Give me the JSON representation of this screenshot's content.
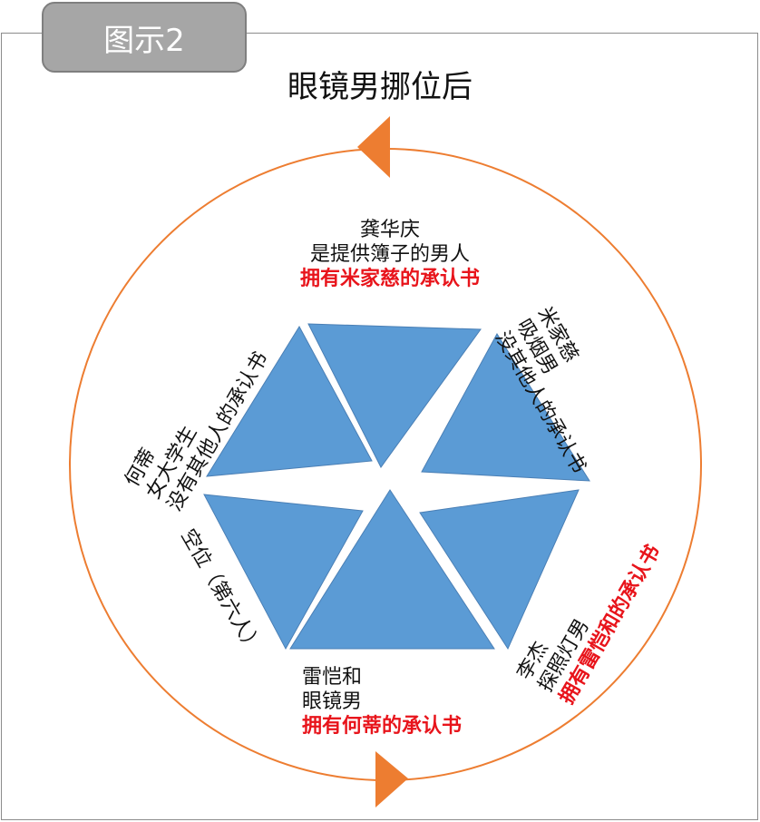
{
  "tab_label": "图示2",
  "title": "眼镜男挪位后",
  "colors": {
    "triangle": "#5b9bd5",
    "triangle_edge": "#4a7fb5",
    "ring": "#ed7d31",
    "arrow": "#ed7d31",
    "highlight": "#e8141b"
  },
  "labels": {
    "top": {
      "line1": "龚华庆",
      "line2": "是提供簿子的男人",
      "line3": "拥有米家慈的承认书"
    },
    "upper_right": {
      "line1": "米家慈",
      "line2": "吸烟男",
      "line3": "没其他人的承认书"
    },
    "lower_right": {
      "line1": "李杰",
      "line2": "探照灯男",
      "line3": "拥有雷恺和的承认书"
    },
    "bottom": {
      "line1": "雷恺和",
      "line2": "眼镜男",
      "line3": "拥有何蒂的承认书"
    },
    "lower_left": {
      "line1": "空位（第六人）"
    },
    "upper_left": {
      "line1": "何蒂",
      "line2": "女大学生",
      "line3": "没有其他人的承认书"
    }
  }
}
